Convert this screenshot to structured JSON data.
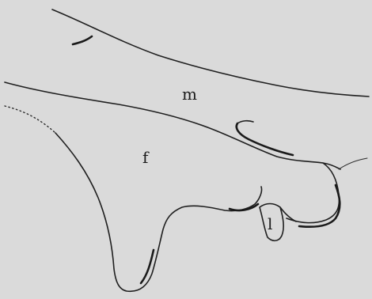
{
  "labels": {
    "m": "m",
    "f": "f",
    "l": "l"
  },
  "colors": {
    "background": "#dadada",
    "ink": "#1f1f1f"
  }
}
